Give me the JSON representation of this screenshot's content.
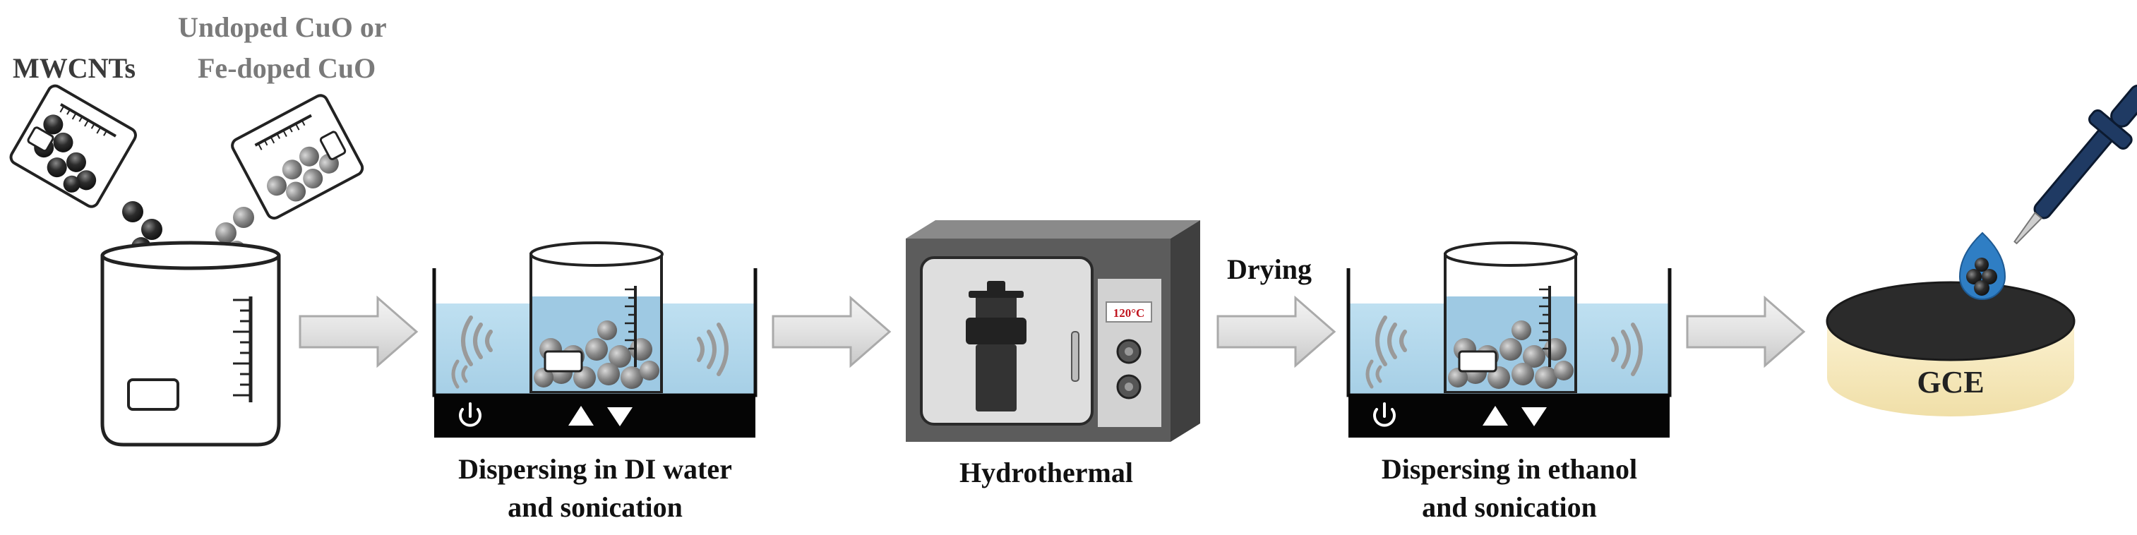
{
  "labels": {
    "mwcnts": "MWCNTs",
    "cuo_line1": "Undoped CuO or",
    "cuo_line2": "Fe-doped CuO",
    "step1_line1": "Dispersing in DI water",
    "step1_line2": "and sonication",
    "step2": "Hydrothermal",
    "oven_temp": "120°C",
    "drying": "Drying",
    "step3_line1": "Dispersing in ethanol",
    "step3_line2": "and sonication",
    "gce": "GCE"
  },
  "icons": {
    "power": "power-icon",
    "up": "triangle-up-icon",
    "down": "triangle-down-icon",
    "sound_wave": "sound-wave-icon",
    "arrow": "process-arrow-icon",
    "dropper": "dropper-icon"
  },
  "colors": {
    "water": "#a9d3ea",
    "water_light": "#d7ebf6",
    "oven_body": "#5c5c5c",
    "oven_door": "#dcdcdc",
    "gce_top": "#2b2b2b",
    "gce_side": "#f5e6b8",
    "dropper": "#1f3a63",
    "temp_red": "#c0141e"
  }
}
